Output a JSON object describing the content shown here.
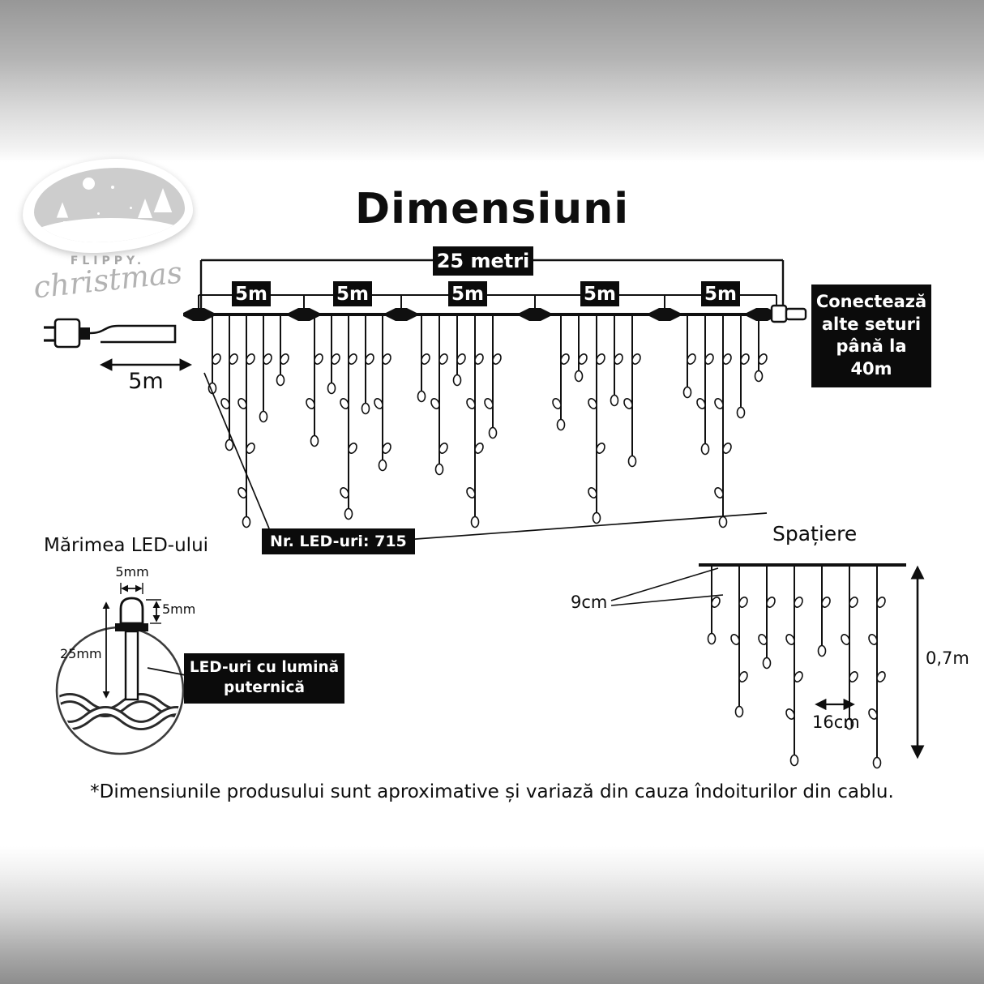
{
  "title": "Dimensiuni",
  "total_length_label": "25 metri",
  "section_labels": [
    "5m",
    "5m",
    "5m",
    "5m",
    "5m"
  ],
  "connect_box": {
    "line1": "Conectează",
    "line2": "alte seturi",
    "line3": "până la 40m"
  },
  "lead_label": "5m",
  "led_count_label": "Nr. LED-uri: 715",
  "led_size": {
    "heading": "Mărimea LED-ului",
    "width_label": "5mm",
    "cap_height_label": "5mm",
    "total_height_label": "25mm",
    "callout_line1": "LED-uri cu lumină",
    "callout_line2": "puternică"
  },
  "spacing": {
    "heading": "Spațiere",
    "drop_spacing_label": "9cm",
    "strand_spacing_label": "16cm",
    "height_label": "0,7m"
  },
  "footnote": "*Dimensiunile produsului sunt aproximative și variază din cauza îndoiturilor din cablu.",
  "logo": {
    "line1": "FLIPPY.",
    "line2": "christmas"
  }
}
